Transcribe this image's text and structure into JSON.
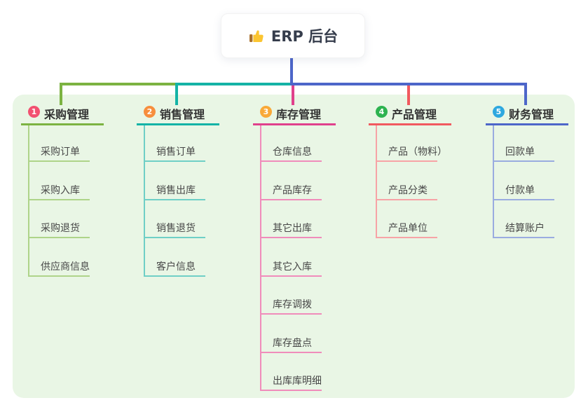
{
  "root": {
    "title": "ERP 后台",
    "icon": "thumbs-up-icon",
    "connector_color": "#4d66c9",
    "background": "#ffffff",
    "text_color": "#363d4c"
  },
  "canvas": {
    "background": "#ffffff",
    "card_background": "#e9f6e5"
  },
  "branches": [
    {
      "number": "1",
      "label": "采购管理",
      "circle_color": "#f25170",
      "line_color": "#7cb342",
      "light_color": "#aed489",
      "children": [
        "采购订单",
        "采购入库",
        "采购退货",
        "供应商信息"
      ]
    },
    {
      "number": "2",
      "label": "销售管理",
      "circle_color": "#f78e3d",
      "line_color": "#14b3a6",
      "light_color": "#6fcfc6",
      "children": [
        "销售订单",
        "销售出库",
        "销售退货",
        "客户信息"
      ]
    },
    {
      "number": "3",
      "label": "库存管理",
      "circle_color": "#f9a938",
      "line_color": "#e0418c",
      "light_color": "#f08cbb",
      "children": [
        "仓库信息",
        "产品库存",
        "其它出库",
        "其它入库",
        "库存调拨",
        "库存盘点",
        "出库库明细"
      ]
    },
    {
      "number": "4",
      "label": "产品管理",
      "circle_color": "#2db350",
      "line_color": "#f1595f",
      "light_color": "#f7a3a6",
      "children": [
        "产品（物料）",
        "产品分类",
        "产品单位"
      ]
    },
    {
      "number": "5",
      "label": "财务管理",
      "circle_color": "#2ea8df",
      "line_color": "#4d66c9",
      "light_color": "#9aace0",
      "children": [
        "回款单",
        "付款单",
        "结算账户"
      ]
    }
  ]
}
